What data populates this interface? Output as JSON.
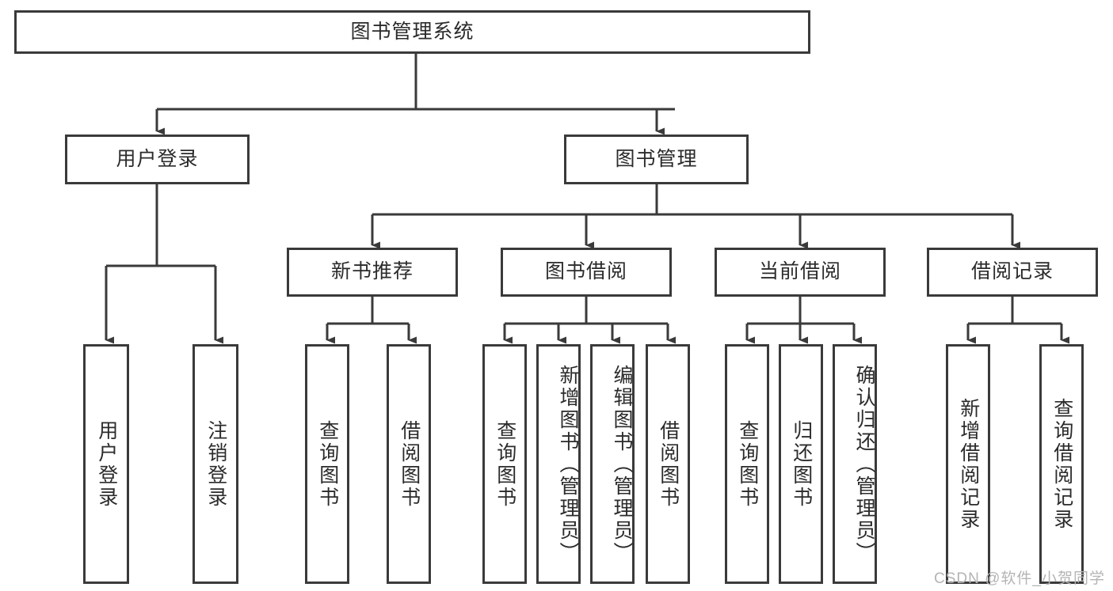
{
  "diagram": {
    "title": "图书管理系统",
    "root": {
      "label": "图书管理系统"
    },
    "level1": [
      {
        "label": "用户登录"
      },
      {
        "label": "图书管理"
      }
    ],
    "level2": [
      {
        "label": "新书推荐"
      },
      {
        "label": "图书借阅"
      },
      {
        "label": "当前借阅"
      },
      {
        "label": "借阅记录"
      }
    ],
    "leaves": {
      "user_login": [
        {
          "label": "用户登录"
        },
        {
          "label": "注销登录"
        }
      ],
      "new_book_recommend": [
        {
          "label": "查询图书"
        },
        {
          "label": "借阅图书"
        }
      ],
      "book_borrow": [
        {
          "label": "查询图书"
        },
        {
          "label": "新增图书（管理员）"
        },
        {
          "label": "编辑图书（管理员）"
        },
        {
          "label": "借阅图书"
        }
      ],
      "current_borrow": [
        {
          "label": "查询图书"
        },
        {
          "label": "归还图书"
        },
        {
          "label": "确认归还（管理员）"
        }
      ],
      "borrow_record": [
        {
          "label": "新增借阅记录"
        },
        {
          "label": "查询借阅记录"
        }
      ]
    },
    "watermark": "CSDN @软件_小贺同学",
    "colors": {
      "stroke": "#3a3a3a",
      "text": "#2b2b2b",
      "background": "#ffffff",
      "watermark": "#b4b4b4"
    }
  }
}
